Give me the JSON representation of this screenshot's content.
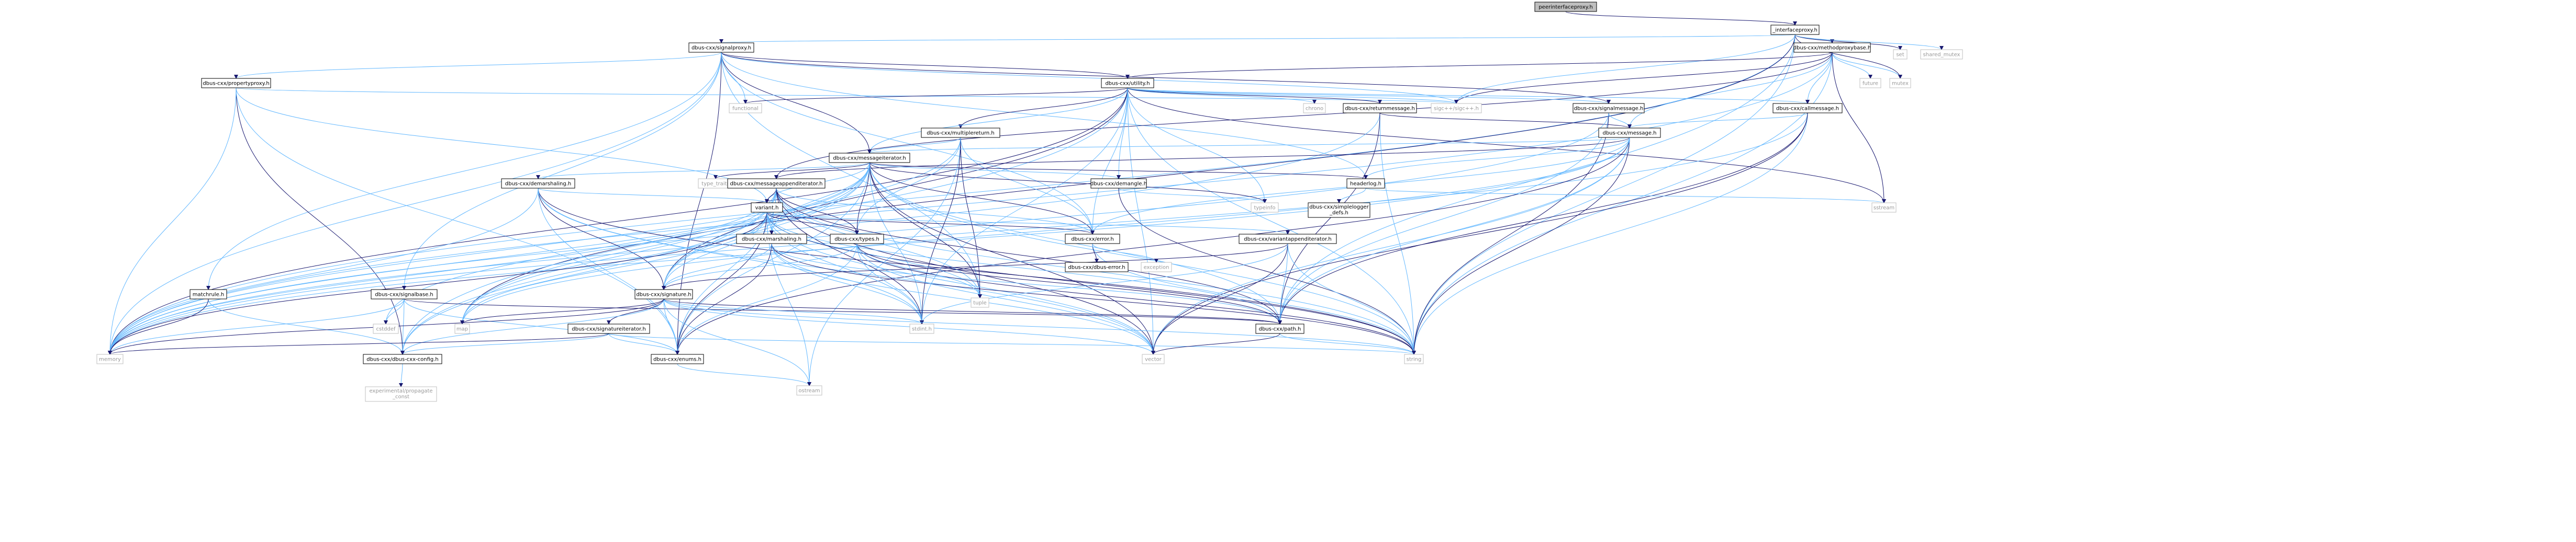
{
  "colors": {
    "edge": "#63b8ff",
    "edge_alt": "#191970",
    "node_fill": "#ffffff",
    "root_fill": "#bfbfbf",
    "node_border": "#000000",
    "red_border": "#ff0000",
    "grey_border": "#bfbfbf",
    "grey_text": "#999999"
  },
  "nodes": [
    {
      "id": "root",
      "label": "peerinterfaceproxy.h",
      "kind": "root"
    },
    {
      "id": "iproxy",
      "label": "_interfaceproxy.h",
      "kind": "normal"
    },
    {
      "id": "sigproxy",
      "label": "dbus-cxx/signalproxy.h",
      "kind": "normal"
    },
    {
      "id": "methproxy",
      "label": "dbus-cxx/methodproxybase.h",
      "kind": "normal"
    },
    {
      "id": "set",
      "label": "set",
      "kind": "grey"
    },
    {
      "id": "shared_mutex",
      "label": "shared_mutex",
      "kind": "grey"
    },
    {
      "id": "propproxy",
      "label": "dbus-cxx/propertyproxy.h",
      "kind": "normal"
    },
    {
      "id": "utility",
      "label": "dbus-cxx/utility.h",
      "kind": "normal"
    },
    {
      "id": "future",
      "label": "future",
      "kind": "grey"
    },
    {
      "id": "mutex",
      "label": "mutex",
      "kind": "grey"
    },
    {
      "id": "functional",
      "label": "functional",
      "kind": "grey"
    },
    {
      "id": "sigcxx",
      "label": "sigc++/sigc++.h",
      "kind": "grey"
    },
    {
      "id": "chrono",
      "label": "chrono",
      "kind": "grey"
    },
    {
      "id": "retmsg",
      "label": "dbus-cxx/returnmessage.h",
      "kind": "normal"
    },
    {
      "id": "sigmsg",
      "label": "dbus-cxx/signalmessage.h",
      "kind": "normal"
    },
    {
      "id": "callmsg",
      "label": "dbus-cxx/callmessage.h",
      "kind": "normal"
    },
    {
      "id": "multret",
      "label": "dbus-cxx/multiplereturn.h",
      "kind": "red"
    },
    {
      "id": "message",
      "label": "dbus-cxx/message.h",
      "kind": "normal"
    },
    {
      "id": "msgiter",
      "label": "dbus-cxx/messageiterator.h",
      "kind": "normal"
    },
    {
      "id": "type_traits",
      "label": "type_traits",
      "kind": "grey"
    },
    {
      "id": "demarsh",
      "label": "dbus-cxx/demarshaling.h",
      "kind": "normal"
    },
    {
      "id": "msgappiter",
      "label": "dbus-cxx/messageappenditerator.h",
      "kind": "normal"
    },
    {
      "id": "demangle",
      "label": "dbus-cxx/demangle.h",
      "kind": "normal"
    },
    {
      "id": "headerlog",
      "label": "headerlog.h",
      "kind": "normal"
    },
    {
      "id": "simplelogger",
      "label": "dbus-cxx/simplelogger\n_defs.h",
      "kind": "normal"
    },
    {
      "id": "typeinfo",
      "label": "typeinfo",
      "kind": "grey"
    },
    {
      "id": "sstream",
      "label": "sstream",
      "kind": "grey"
    },
    {
      "id": "variant",
      "label": "variant.h",
      "kind": "red"
    },
    {
      "id": "marshal",
      "label": "dbus-cxx/marshaling.h",
      "kind": "normal"
    },
    {
      "id": "types",
      "label": "dbus-cxx/types.h",
      "kind": "red"
    },
    {
      "id": "error",
      "label": "dbus-cxx/error.h",
      "kind": "normal"
    },
    {
      "id": "varappiter",
      "label": "dbus-cxx/variantappenditerator.h",
      "kind": "red"
    },
    {
      "id": "dbuserror",
      "label": "dbus-cxx/dbus-error.h",
      "kind": "normal"
    },
    {
      "id": "exception",
      "label": "exception",
      "kind": "grey"
    },
    {
      "id": "matchrule",
      "label": "matchrule.h",
      "kind": "normal"
    },
    {
      "id": "sigbase",
      "label": "dbus-cxx/signalbase.h",
      "kind": "normal"
    },
    {
      "id": "signature",
      "label": "dbus-cxx/signature.h",
      "kind": "red"
    },
    {
      "id": "sigiter",
      "label": "dbus-cxx/signatureiterator.h",
      "kind": "normal"
    },
    {
      "id": "cstddef",
      "label": "cstddef",
      "kind": "grey"
    },
    {
      "id": "map",
      "label": "map",
      "kind": "grey"
    },
    {
      "id": "tuple",
      "label": "tuple",
      "kind": "grey"
    },
    {
      "id": "stdint",
      "label": "stdint.h",
      "kind": "grey"
    },
    {
      "id": "path",
      "label": "dbus-cxx/path.h",
      "kind": "normal"
    },
    {
      "id": "memory",
      "label": "memory",
      "kind": "grey"
    },
    {
      "id": "config",
      "label": "dbus-cxx/dbus-cxx-config.h",
      "kind": "normal"
    },
    {
      "id": "enums",
      "label": "dbus-cxx/enums.h",
      "kind": "normal"
    },
    {
      "id": "vector",
      "label": "vector",
      "kind": "grey"
    },
    {
      "id": "string",
      "label": "string",
      "kind": "grey"
    },
    {
      "id": "ostream",
      "label": "ostream",
      "kind": "grey"
    },
    {
      "id": "exppc",
      "label": "experimental/propagate\n_const",
      "kind": "grey"
    }
  ],
  "edges": [
    [
      "root",
      "iproxy"
    ],
    [
      "iproxy",
      "sigproxy"
    ],
    [
      "iproxy",
      "methproxy"
    ],
    [
      "iproxy",
      "set"
    ],
    [
      "iproxy",
      "shared_mutex"
    ],
    [
      "iproxy",
      "sigcxx"
    ],
    [
      "iproxy",
      "mutex"
    ],
    [
      "iproxy",
      "string"
    ],
    [
      "iproxy",
      "memory"
    ],
    [
      "iproxy",
      "map"
    ],
    [
      "iproxy",
      "path"
    ],
    [
      "sigproxy",
      "propproxy"
    ],
    [
      "sigproxy",
      "utility"
    ],
    [
      "sigproxy",
      "functional"
    ],
    [
      "sigproxy",
      "sigcxx"
    ],
    [
      "sigproxy",
      "msgiter"
    ],
    [
      "sigproxy",
      "matchrule"
    ],
    [
      "sigproxy",
      "sigbase"
    ],
    [
      "sigproxy",
      "sigmsg"
    ],
    [
      "sigproxy",
      "headerlog"
    ],
    [
      "sigproxy",
      "memory"
    ],
    [
      "sigproxy",
      "enums"
    ],
    [
      "sigproxy",
      "tuple"
    ],
    [
      "sigproxy",
      "error"
    ],
    [
      "methproxy",
      "utility"
    ],
    [
      "methproxy",
      "future"
    ],
    [
      "methproxy",
      "mutex"
    ],
    [
      "methproxy",
      "sigcxx"
    ],
    [
      "methproxy",
      "callmsg"
    ],
    [
      "methproxy",
      "message"
    ],
    [
      "methproxy",
      "msgappiter"
    ],
    [
      "methproxy",
      "memory"
    ],
    [
      "methproxy",
      "string"
    ],
    [
      "methproxy",
      "sstream"
    ],
    [
      "propproxy",
      "variant"
    ],
    [
      "propproxy",
      "sigcxx"
    ],
    [
      "propproxy",
      "config"
    ],
    [
      "propproxy",
      "memory"
    ],
    [
      "propproxy",
      "enums"
    ],
    [
      "utility",
      "functional"
    ],
    [
      "utility",
      "sigcxx"
    ],
    [
      "utility",
      "chrono"
    ],
    [
      "utility",
      "retmsg"
    ],
    [
      "utility",
      "sigmsg"
    ],
    [
      "utility",
      "callmsg"
    ],
    [
      "utility",
      "multret"
    ],
    [
      "utility",
      "msgiter"
    ],
    [
      "utility",
      "demangle"
    ],
    [
      "utility",
      "sstream"
    ],
    [
      "utility",
      "string"
    ],
    [
      "utility",
      "typeinfo"
    ],
    [
      "utility",
      "memory"
    ],
    [
      "utility",
      "config"
    ],
    [
      "utility",
      "stdint"
    ],
    [
      "utility",
      "signature"
    ],
    [
      "utility",
      "error"
    ],
    [
      "utility",
      "vector"
    ],
    [
      "retmsg",
      "message"
    ],
    [
      "retmsg",
      "memory"
    ],
    [
      "retmsg",
      "string"
    ],
    [
      "retmsg",
      "path"
    ],
    [
      "sigmsg",
      "message"
    ],
    [
      "sigmsg",
      "path"
    ],
    [
      "sigmsg",
      "string"
    ],
    [
      "sigmsg",
      "memory"
    ],
    [
      "callmsg",
      "message"
    ],
    [
      "callmsg",
      "path"
    ],
    [
      "callmsg",
      "memory"
    ],
    [
      "callmsg",
      "string"
    ],
    [
      "callmsg",
      "vector"
    ],
    [
      "multret",
      "msgiter"
    ],
    [
      "multret",
      "types"
    ],
    [
      "multret",
      "tuple"
    ],
    [
      "multret",
      "ostream"
    ],
    [
      "multret",
      "error"
    ],
    [
      "multret",
      "stdint"
    ],
    [
      "multret",
      "memory"
    ],
    [
      "message",
      "msgiter"
    ],
    [
      "message",
      "msgappiter"
    ],
    [
      "message",
      "headerlog"
    ],
    [
      "message",
      "path"
    ],
    [
      "message",
      "enums"
    ],
    [
      "message",
      "error"
    ],
    [
      "message",
      "memory"
    ],
    [
      "message",
      "string"
    ],
    [
      "message",
      "vector"
    ],
    [
      "message",
      "map"
    ],
    [
      "msgiter",
      "type_traits"
    ],
    [
      "msgiter",
      "demarsh"
    ],
    [
      "msgiter",
      "demangle"
    ],
    [
      "msgiter",
      "headerlog"
    ],
    [
      "msgiter",
      "variant"
    ],
    [
      "msgiter",
      "signature"
    ],
    [
      "msgiter",
      "types"
    ],
    [
      "msgiter",
      "enums"
    ],
    [
      "msgiter",
      "config"
    ],
    [
      "msgiter",
      "tuple"
    ],
    [
      "msgiter",
      "stdint"
    ],
    [
      "msgiter",
      "string"
    ],
    [
      "msgiter",
      "vector"
    ],
    [
      "msgiter",
      "map"
    ],
    [
      "msgiter",
      "memory"
    ],
    [
      "msgiter",
      "error"
    ],
    [
      "msgiter",
      "path"
    ],
    [
      "msgiter",
      "marshal"
    ],
    [
      "msgiter",
      "typeinfo"
    ],
    [
      "msgiter",
      "cstddef"
    ],
    [
      "demarsh",
      "variant"
    ],
    [
      "demarsh",
      "signature"
    ],
    [
      "demarsh",
      "enums"
    ],
    [
      "demarsh",
      "stdint"
    ],
    [
      "demarsh",
      "string"
    ],
    [
      "demarsh",
      "vector"
    ],
    [
      "demarsh",
      "memory"
    ],
    [
      "msgappiter",
      "variant"
    ],
    [
      "msgappiter",
      "marshal"
    ],
    [
      "msgappiter",
      "signature"
    ],
    [
      "msgappiter",
      "types"
    ],
    [
      "msgappiter",
      "enums"
    ],
    [
      "msgappiter",
      "config"
    ],
    [
      "msgappiter",
      "stdint"
    ],
    [
      "msgappiter",
      "tuple"
    ],
    [
      "msgappiter",
      "string"
    ],
    [
      "msgappiter",
      "vector"
    ],
    [
      "msgappiter",
      "map"
    ],
    [
      "msgappiter",
      "memory"
    ],
    [
      "msgappiter",
      "path"
    ],
    [
      "msgappiter",
      "error"
    ],
    [
      "demangle",
      "typeinfo"
    ],
    [
      "demangle",
      "string"
    ],
    [
      "headerlog",
      "simplelogger"
    ],
    [
      "headerlog",
      "sstream"
    ],
    [
      "variant",
      "types"
    ],
    [
      "variant",
      "marshal"
    ],
    [
      "variant",
      "signature"
    ],
    [
      "variant",
      "error"
    ],
    [
      "variant",
      "varappiter"
    ],
    [
      "variant",
      "path"
    ],
    [
      "variant",
      "enums"
    ],
    [
      "variant",
      "stdint"
    ],
    [
      "variant",
      "ostream"
    ],
    [
      "variant",
      "string"
    ],
    [
      "variant",
      "vector"
    ],
    [
      "variant",
      "map"
    ],
    [
      "variant",
      "memory"
    ],
    [
      "variant",
      "tuple"
    ],
    [
      "marshal",
      "signature"
    ],
    [
      "marshal",
      "enums"
    ],
    [
      "marshal",
      "stdint"
    ],
    [
      "marshal",
      "path"
    ],
    [
      "marshal",
      "string"
    ],
    [
      "marshal",
      "vector"
    ],
    [
      "types",
      "signature"
    ],
    [
      "types",
      "path"
    ],
    [
      "types",
      "stdint"
    ],
    [
      "types",
      "enums"
    ],
    [
      "types",
      "string"
    ],
    [
      "types",
      "vector"
    ],
    [
      "types",
      "tuple"
    ],
    [
      "error",
      "dbuserror"
    ],
    [
      "error",
      "exception"
    ],
    [
      "error",
      "string"
    ],
    [
      "varappiter",
      "signature"
    ],
    [
      "varappiter",
      "path"
    ],
    [
      "varappiter",
      "string"
    ],
    [
      "varappiter",
      "vector"
    ],
    [
      "varappiter",
      "stdint"
    ],
    [
      "matchrule",
      "config"
    ],
    [
      "matchrule",
      "memory"
    ],
    [
      "sigbase",
      "config"
    ],
    [
      "sigbase",
      "enums"
    ],
    [
      "sigbase",
      "path"
    ],
    [
      "sigbase",
      "cstddef"
    ],
    [
      "sigbase",
      "memory"
    ],
    [
      "signature",
      "sigiter"
    ],
    [
      "signature",
      "config"
    ],
    [
      "signature",
      "enums"
    ],
    [
      "signature",
      "map"
    ],
    [
      "signature",
      "stdint"
    ],
    [
      "signature",
      "ostream"
    ],
    [
      "signature",
      "memory"
    ],
    [
      "signature",
      "string"
    ],
    [
      "signature",
      "vector"
    ],
    [
      "signature",
      "path"
    ],
    [
      "sigiter",
      "config"
    ],
    [
      "sigiter",
      "enums"
    ],
    [
      "sigiter",
      "memory"
    ],
    [
      "sigiter",
      "string"
    ],
    [
      "path",
      "string"
    ],
    [
      "path",
      "vector"
    ],
    [
      "config",
      "exppc"
    ],
    [
      "enums",
      "ostream"
    ]
  ]
}
